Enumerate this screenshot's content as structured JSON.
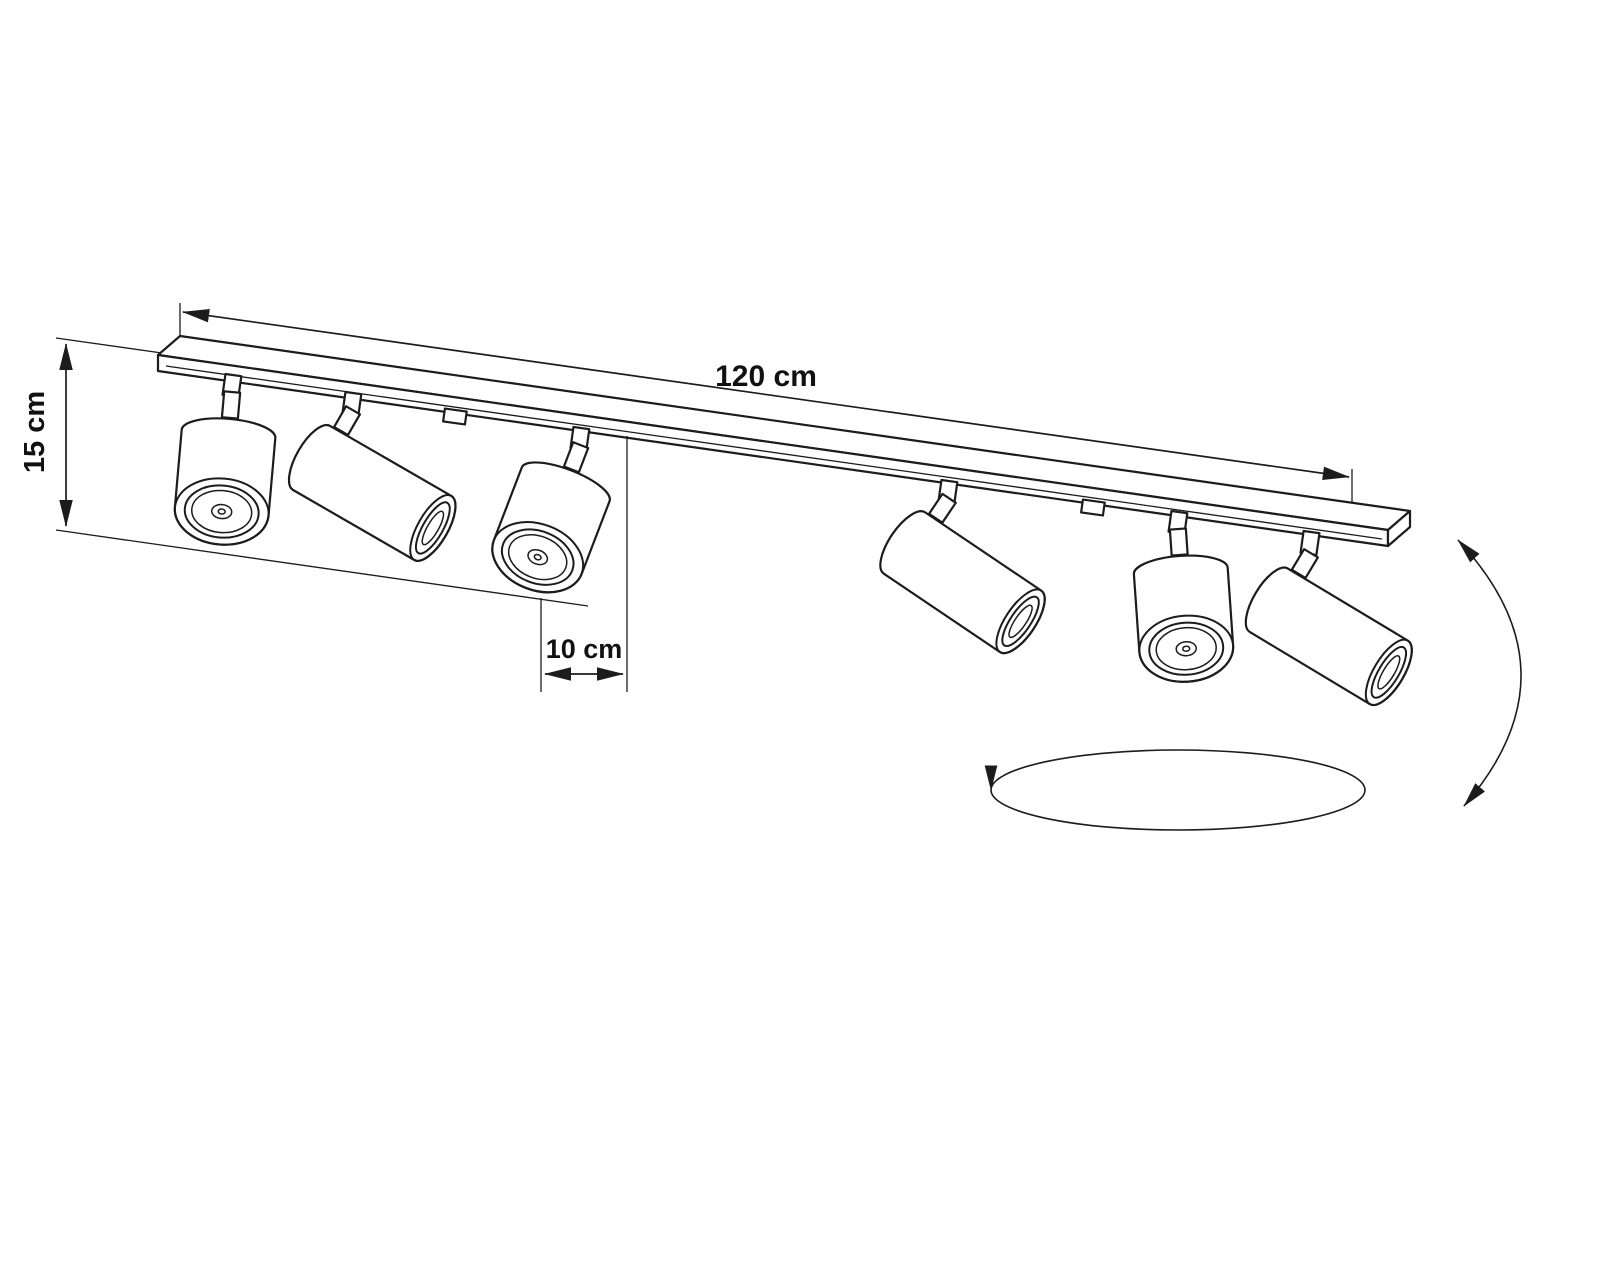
{
  "figure": {
    "background_color": "#ffffff",
    "line_color": "#1c1c1c",
    "spot_count": 6,
    "labels": {
      "rail_length": "120 cm",
      "mounting_height": "15 cm",
      "spot_spacing": "10 cm"
    }
  }
}
